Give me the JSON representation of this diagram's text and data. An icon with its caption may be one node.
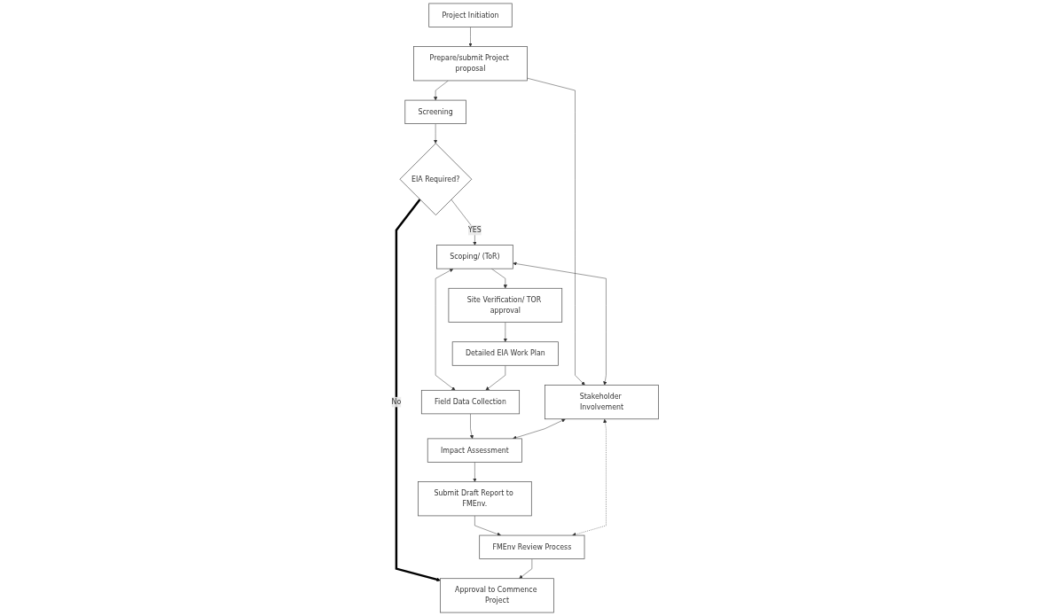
{
  "diagram": {
    "nodes": [
      {
        "text": [
          "Project Initiation"
        ]
      },
      {
        "text": [
          "Prepare/submit Project proposal"
        ]
      },
      {
        "text": [
          "Screening"
        ]
      },
      {
        "text": [
          "EIA Required?"
        ]
      },
      {
        "text": [
          "Site Verification/ TOR approval"
        ]
      },
      {
        "text": [
          "Scoping/ (ToR)"
        ]
      },
      {
        "text": [
          "Detailed EIA Work Plan"
        ]
      },
      {
        "text": [
          "Field Data Collection"
        ]
      },
      {
        "text": [
          "Stakeholder Involvement"
        ]
      },
      {
        "text": [
          "FMEnv Review Process"
        ]
      },
      {
        "text": [
          "Submit Draft Report to FMEnv."
        ]
      },
      {
        "text": [
          "Impact Assessment"
        ]
      },
      {
        "text": [
          "Approval to Commence Project"
        ]
      }
    ],
    "edges": [
      {
        "from": 0,
        "to": 1,
        "arrow": "to"
      },
      {
        "from": 1,
        "to": 2,
        "arrow": "to"
      },
      {
        "from": 1,
        "to": 8,
        "arrow": "to"
      },
      {
        "from": 2,
        "to": 3,
        "arrow": "to"
      },
      {
        "from": 3,
        "to": 5,
        "arrow": "to",
        "label": "YES"
      },
      {
        "from": 3,
        "to": 12,
        "arrow": "to",
        "label": "No",
        "style": "thick"
      },
      {
        "from": 5,
        "to": 4,
        "arrow": "to"
      },
      {
        "from": 5,
        "to": 7,
        "arrow": "both"
      },
      {
        "from": 5,
        "to": 8,
        "arrow": "both"
      },
      {
        "from": 4,
        "to": 6,
        "arrow": "to"
      },
      {
        "from": 6,
        "to": 7,
        "arrow": "to"
      },
      {
        "from": 7,
        "to": 11,
        "arrow": "to"
      },
      {
        "from": 8,
        "to": 11,
        "arrow": "both"
      },
      {
        "from": 11,
        "to": 10,
        "arrow": "to"
      },
      {
        "from": 10,
        "to": 9,
        "arrow": "to"
      },
      {
        "from": 9,
        "to": 12,
        "arrow": "to"
      },
      {
        "from": 8,
        "to": 9,
        "arrow": "both",
        "style": "dashed"
      }
    ]
  }
}
